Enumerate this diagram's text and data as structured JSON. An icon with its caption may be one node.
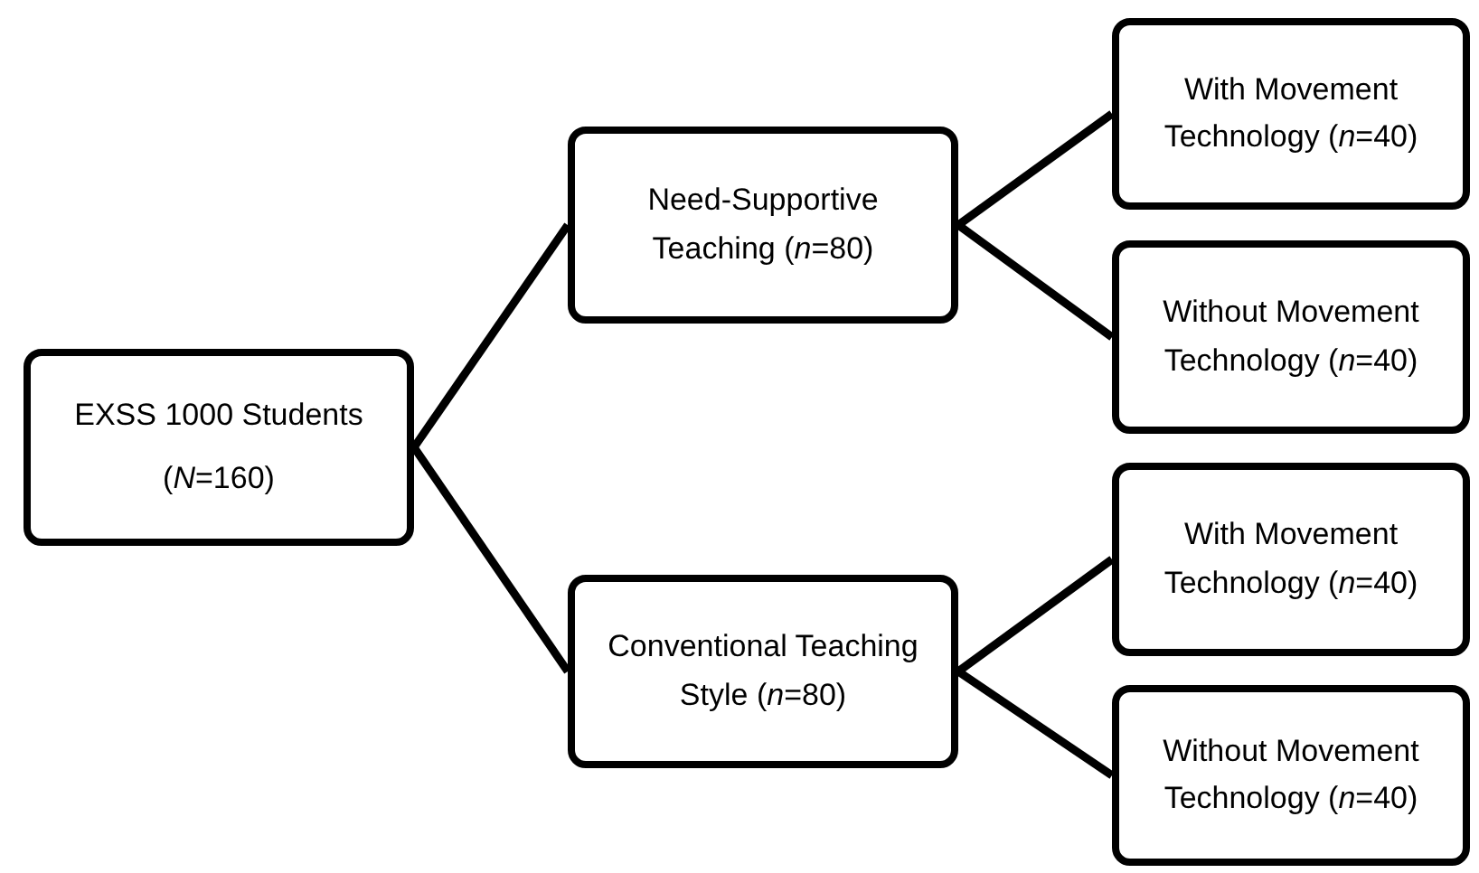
{
  "diagram": {
    "nodes": [
      {
        "text": [
          "EXSS 1000 Students",
          "(*N*=160)"
        ]
      },
      {
        "text": [
          "Need-Supportive Teaching (*n*=80)"
        ]
      },
      {
        "text": [
          "Conventional Teaching Style (*n*=80)"
        ]
      },
      {
        "text": [
          "With Movement Technology (*n*=40)"
        ]
      },
      {
        "text": [
          "Without Movement Technology (*n*=40)"
        ]
      },
      {
        "text": [
          "With Movement Technology (*n*=40)"
        ]
      },
      {
        "text": [
          "Without Movement Technology (*n*=40)"
        ]
      }
    ],
    "edges": [
      {
        "from": 0,
        "to": 1,
        "arrow": "none"
      },
      {
        "from": 0,
        "to": 2,
        "arrow": "none"
      },
      {
        "from": 1,
        "to": 3,
        "arrow": "none"
      },
      {
        "from": 1,
        "to": 4,
        "arrow": "none"
      },
      {
        "from": 2,
        "to": 5,
        "arrow": "none"
      },
      {
        "from": 2,
        "to": 6,
        "arrow": "none"
      }
    ]
  }
}
